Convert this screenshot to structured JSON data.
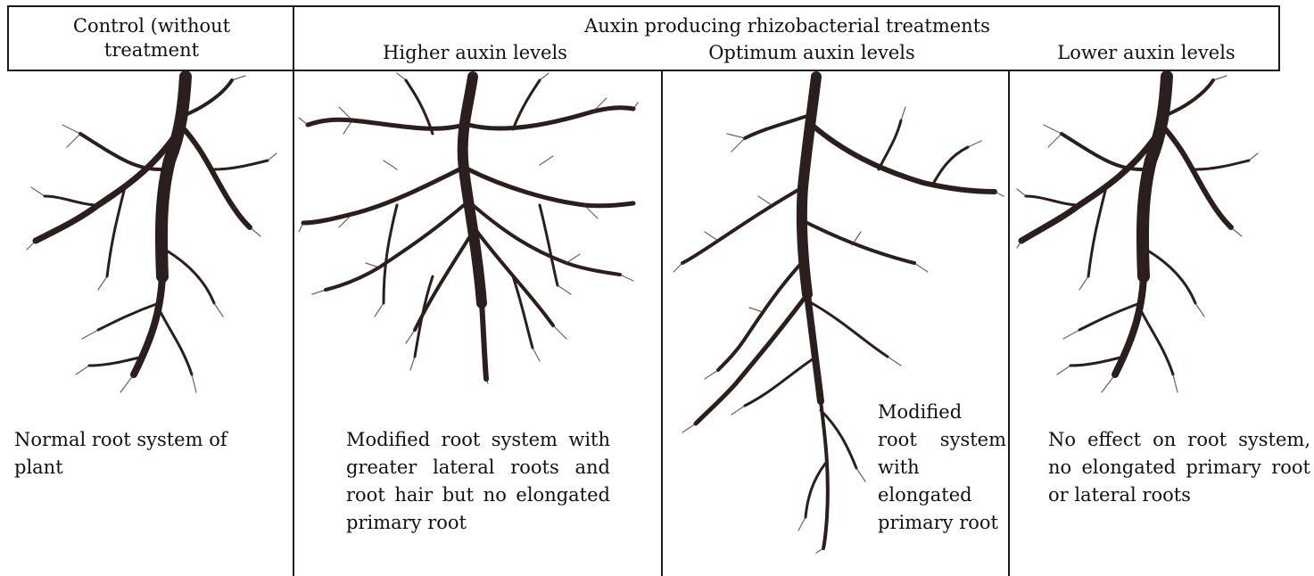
{
  "header": {
    "control_label": "Control (without treatment",
    "treatments_title": "Auxin producing rhizobacterial treatments",
    "columns": [
      "Higher auxin levels",
      "Optimum auxin levels",
      "Lower auxin levels"
    ]
  },
  "descriptions": {
    "control": "Normal root system of plant",
    "higher": "Modified root system with greater lateral roots and root hair but no elongated primary root",
    "optimum": "Modified root system with elongated primary root",
    "lower": "No effect on root system, no elongated primary root or lateral roots"
  },
  "colors": {
    "root": "#2a1e1e",
    "border": "#1a1a1a",
    "background": "#ffffff"
  },
  "icons": [
    "root-system-normal",
    "root-system-dense",
    "root-system-elongated",
    "root-system-normal"
  ]
}
